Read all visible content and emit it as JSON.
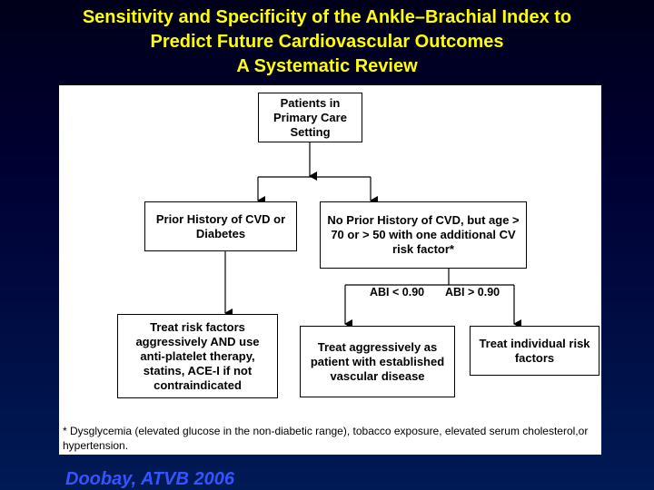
{
  "title": {
    "line1": "Sensitivity and Specificity of the Ankle–Brachial Index to",
    "line2": "Predict Future Cardiovascular Outcomes",
    "line3": "A Systematic Review"
  },
  "diagram": {
    "patients_box": "Patients in Primary Care Setting",
    "prior_history_box": "Prior History of CVD or Diabetes",
    "no_prior_history_box": "No Prior History of CVD, but age > 70 or > 50 with one additional CV risk factor*",
    "treat_risk_factors_box": "Treat risk factors aggressively AND use anti-platelet therapy, statins, ACE-I if not contraindicated",
    "treat_aggressively_box": "Treat aggressively as patient with established vascular disease",
    "treat_individual_box": "Treat individual risk factors",
    "abi_low_label": "ABI < 0.90",
    "abi_high_label": "ABI > 0.90",
    "footnote": "* Dysglycemia (elevated glucose in the non-diabetic range), tobacco exposure, elevated serum cholesterol,or hypertension."
  },
  "citation": "Doobay, ATVB 2006"
}
